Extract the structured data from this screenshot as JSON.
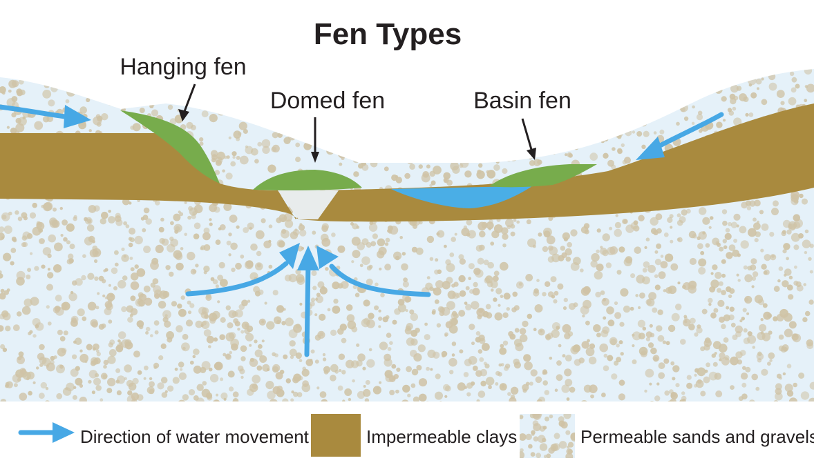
{
  "title": "Fen Types",
  "labels": {
    "hanging": "Hanging fen",
    "domed": "Domed fen",
    "basin": "Basin fen"
  },
  "legend": {
    "water": "Direction of water movement",
    "clay": "Impermeable clays",
    "sand": "Permeable sands and gravels"
  },
  "colors": {
    "clay": "#a98a3e",
    "fen_green": "#77ac4c",
    "water_arrow": "#47a8e5",
    "basin_water": "#4aaee6",
    "sand_bg": "#e5f1f9",
    "pebble": "#cfc3a6"
  }
}
